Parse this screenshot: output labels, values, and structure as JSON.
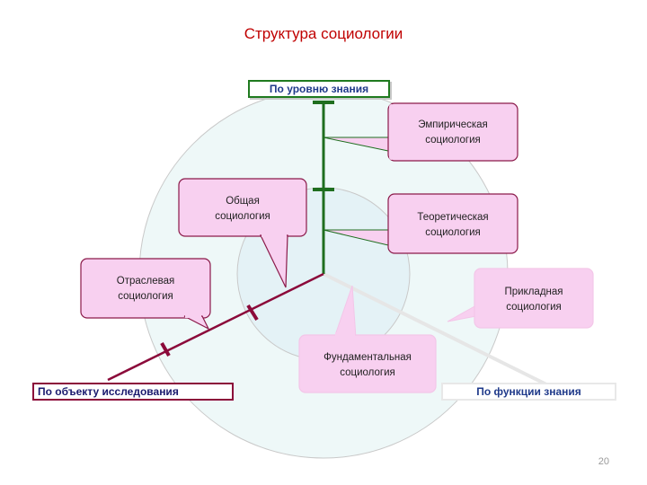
{
  "title": "Структура социологии",
  "axes": {
    "level": "По уровню знания",
    "object": "По объекту исследования",
    "function": "По функции знания"
  },
  "callouts": {
    "empirical": [
      "Эмпирическая",
      "социология"
    ],
    "theoretical": [
      "Теоретическая",
      "социология"
    ],
    "general": [
      "Общая",
      "социология"
    ],
    "branch": [
      "Отраслевая",
      "социология"
    ],
    "applied": [
      "Прикладная",
      "социология"
    ],
    "fundamental": [
      "Фундаментальная",
      "социология"
    ]
  },
  "page_number": "20",
  "colors": {
    "title": "#c00000",
    "level_axis": "#1f6e1f",
    "object_axis": "#8b0a3a",
    "function_axis": "#e6e6e6",
    "callout_fill": "#f8d0f0",
    "callout_border": "#8b1a4a",
    "outer_circle": "#eef8f8",
    "inner_circle": "#e4f2f6"
  }
}
